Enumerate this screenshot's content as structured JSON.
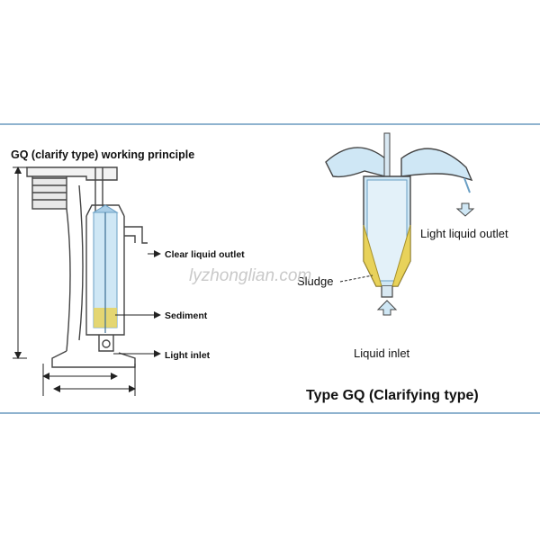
{
  "left": {
    "title": "GQ (clarify type) working principle",
    "labels": {
      "clear_liquid_outlet": "Clear liquid outlet",
      "sediment": "Sediment",
      "light_inlet": "Light inlet"
    }
  },
  "right": {
    "title": "Type GQ (Clarifying type)",
    "labels": {
      "light_liquid_outlet": "Light liquid outlet",
      "sludge": "Sludge",
      "liquid_inlet": "Liquid inlet"
    }
  },
  "watermark": "lyzhonglian.com",
  "colors": {
    "border": "#8fb3cf",
    "liquid": "#cfe7f5",
    "liquid_dark": "#a9cde6",
    "sludge": "#e8d25a",
    "machine": "#444444"
  }
}
